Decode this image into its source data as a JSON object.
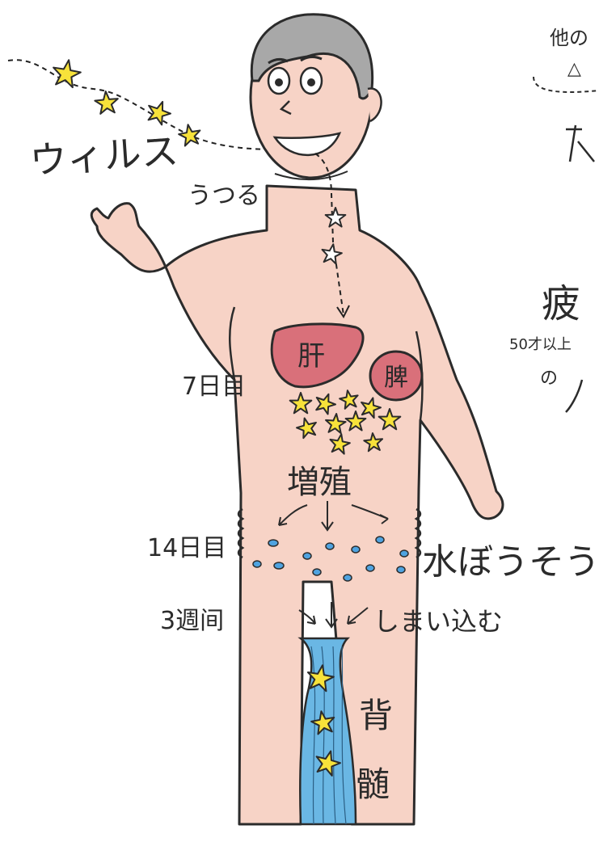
{
  "labels": {
    "virus": "ウィルス",
    "transmit": "うつる",
    "liver": "肝",
    "spleen": "脾",
    "day7": "7日目",
    "multiply": "増殖",
    "day14": "14日目",
    "chickenpox": "水ぼうそう",
    "week3": "3週间",
    "hide": "しまい込む",
    "spine1": "背",
    "spine2": "髄",
    "corner_top": "他の",
    "corner_triangle": "△",
    "fatigue": "疲",
    "age50": "50才以上",
    "no": "の"
  },
  "colors": {
    "skin": "#f7d3c6",
    "skin_shade": "#eeb3a3",
    "hair": "#a8a8a8",
    "organ": "#d9707a",
    "star": "#f7e23a",
    "spinal": "#6ab7e4",
    "blister": "#4fa3e0",
    "ink": "#2b2b2b"
  }
}
